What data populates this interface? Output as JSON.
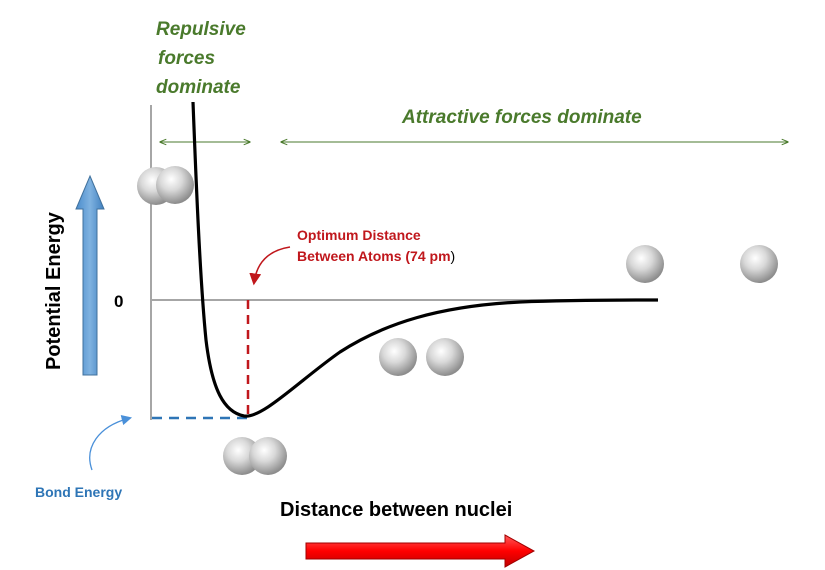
{
  "labels": {
    "repulsive_line1": "Repulsive",
    "repulsive_line2": "forces",
    "repulsive_line3": "dominate",
    "attractive": "Attractive forces dominate",
    "zero": "0",
    "y_axis": "Potential Energy",
    "x_axis": "Distance between nuclei",
    "optimum_line1": "Optimum Distance",
    "optimum_line2_prefix": "Between Atoms (74 pm",
    "optimum_line2_suffix": ")",
    "bond_energy": "Bond Energy"
  },
  "colors": {
    "region_label": "#4a7a2c",
    "optimum": "#c0171c",
    "bond_energy": "#2e75b6",
    "curve": "#000000",
    "axis": "#a6a6a6",
    "y_arrow": "#5b9bd5",
    "x_arrow": "#ff0000"
  },
  "diagram": {
    "type": "Lennard-Jones style potential energy curve",
    "atom_pairs": [
      "overlapping",
      "bonded (optimum)",
      "approaching",
      "separated"
    ]
  }
}
